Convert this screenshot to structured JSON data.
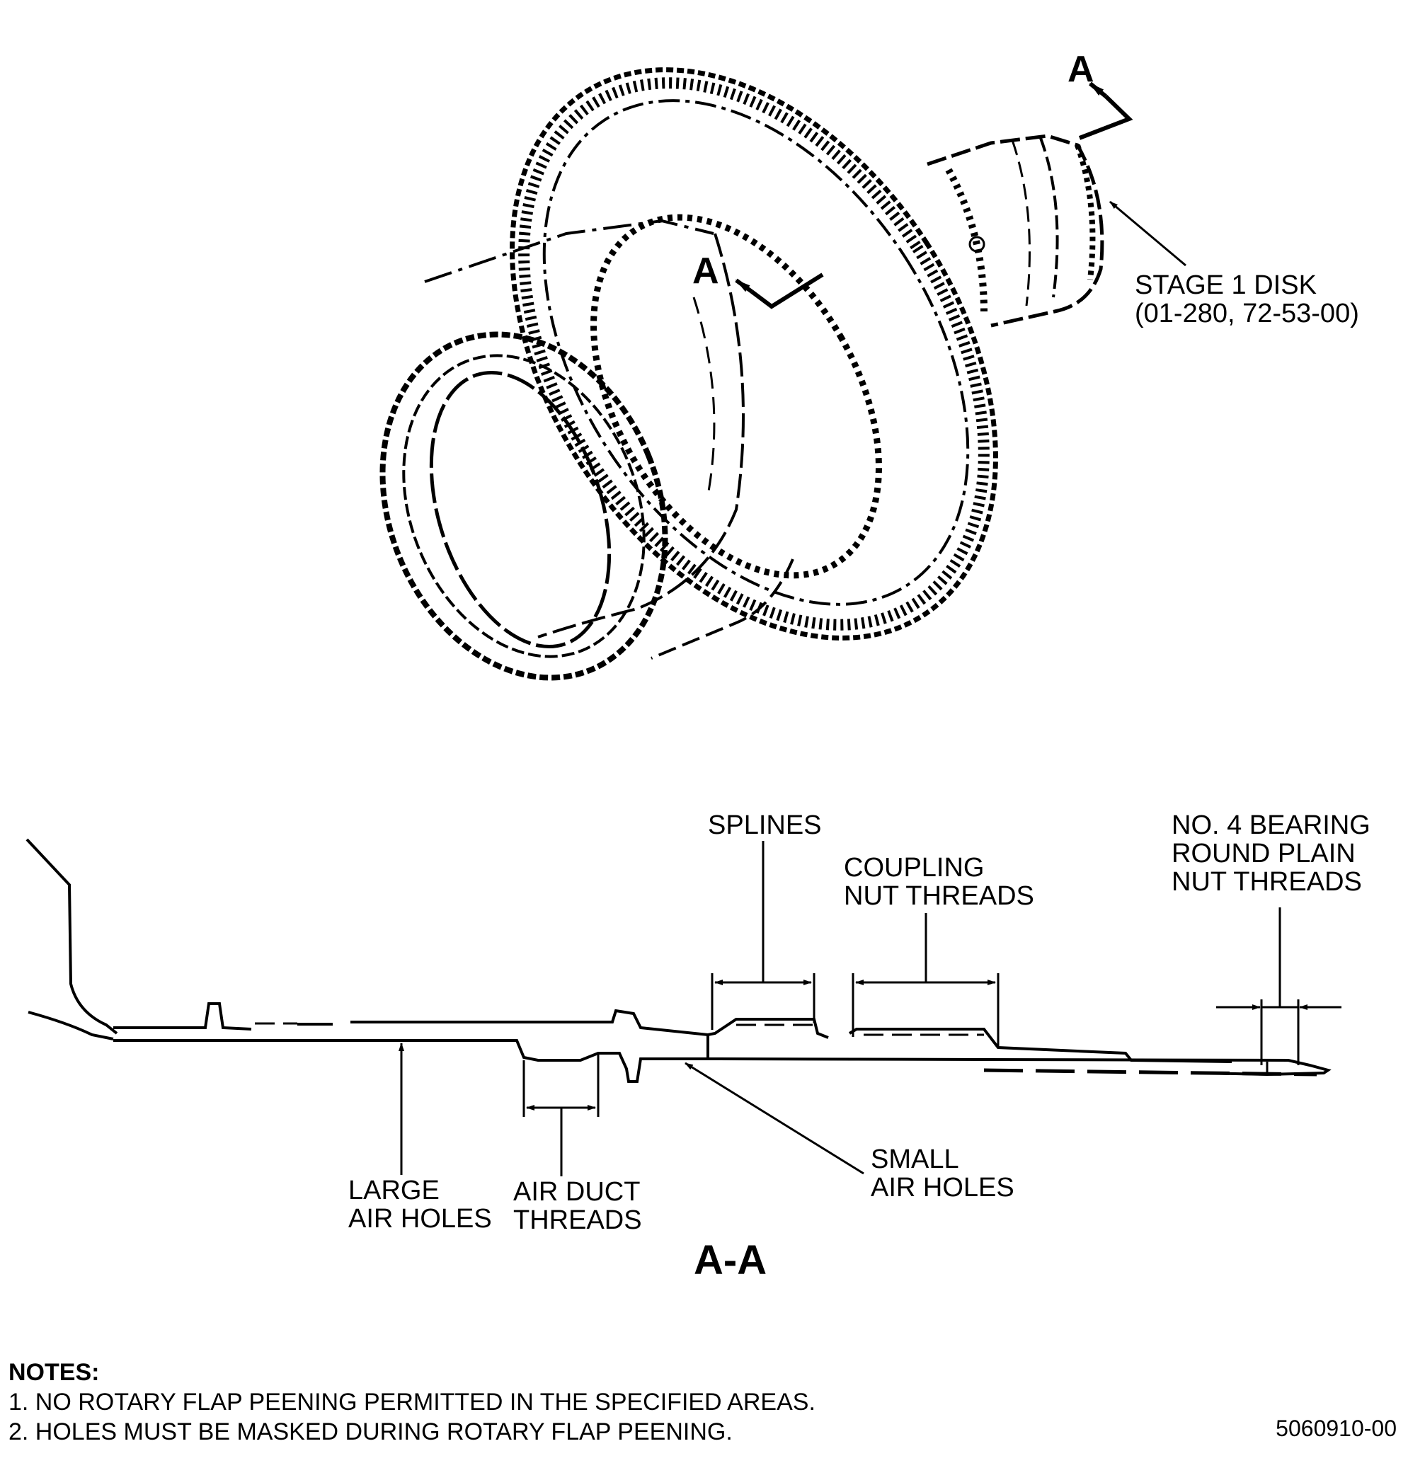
{
  "view_marker": "A",
  "labels": {
    "stage1_line1": "STAGE 1 DISK",
    "stage1_line2": "(01-280, 72-53-00)",
    "splines": "SPLINES",
    "coupling_line1": "COUPLING",
    "coupling_line2": "NUT THREADS",
    "bearing_line1": "NO. 4 BEARING",
    "bearing_line2": "ROUND PLAIN",
    "bearing_line3": "NUT THREADS",
    "large_line1": "LARGE",
    "large_line2": "AIR HOLES",
    "airduct_line1": "AIR DUCT",
    "airduct_line2": "THREADS",
    "small_line1": "SMALL",
    "small_line2": "AIR HOLES"
  },
  "section_title": "A-A",
  "notes": {
    "title": "NOTES:",
    "items": [
      "1. NO ROTARY FLAP PEENING PERMITTED IN THE SPECIFIED AREAS.",
      "2. HOLES MUST BE MASKED DURING ROTARY FLAP PEENING."
    ]
  },
  "figure_id": "5060910-00"
}
